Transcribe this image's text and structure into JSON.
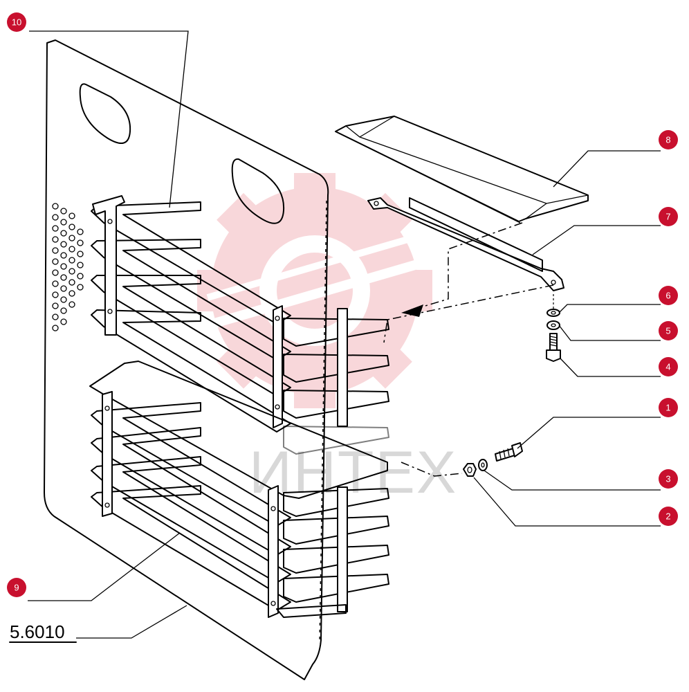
{
  "drawing": {
    "reference_number": "5.6010",
    "watermark_text": "ИНТЕХ",
    "callout_color": "#c8102e",
    "watermark_color": "#f3b8bc"
  },
  "callouts": [
    {
      "id": "c10",
      "label": "10"
    },
    {
      "id": "c8",
      "label": "8"
    },
    {
      "id": "c7",
      "label": "7"
    },
    {
      "id": "c6",
      "label": "6"
    },
    {
      "id": "c5",
      "label": "5"
    },
    {
      "id": "c4",
      "label": "4"
    },
    {
      "id": "c1",
      "label": "1"
    },
    {
      "id": "c3",
      "label": "3"
    },
    {
      "id": "c2",
      "label": "2"
    },
    {
      "id": "c9",
      "label": "9"
    }
  ]
}
